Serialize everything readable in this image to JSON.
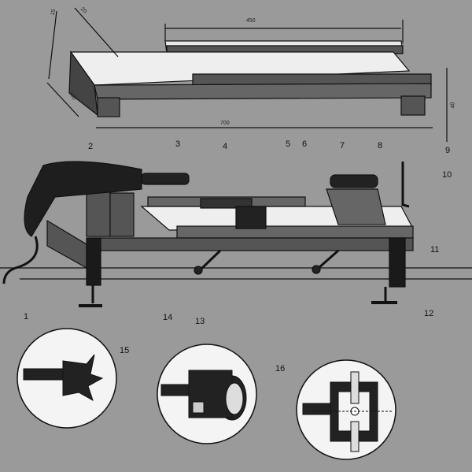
{
  "dimensions": {
    "length_rail": "450",
    "length_base": "700",
    "height": "40",
    "width": "100",
    "thickness_a": "15",
    "thickness_b": "20"
  },
  "callouts": [
    "1",
    "2",
    "3",
    "4",
    "5",
    "6",
    "7",
    "8",
    "9",
    "10",
    "11",
    "12",
    "13",
    "14",
    "15",
    "16"
  ],
  "colors": {
    "background": "#9a9a9a",
    "dark": "#1a1a1a",
    "light": "#f0f0f0",
    "mid": "#6a6a6a"
  }
}
